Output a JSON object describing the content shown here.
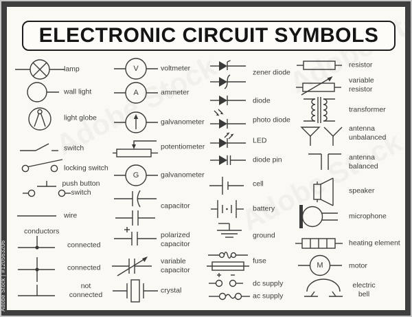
{
  "title": "ELECTRONIC CIRCUIT SYMBOLS",
  "watermark": {
    "side": "Adobe Stock | #120563206",
    "diagonal": "Adobe Stock"
  },
  "colors": {
    "line": "#3a3a3a",
    "background": "#faf9f4",
    "frame": "#3e3e3e"
  },
  "meter_letters": {
    "voltmeter": "V",
    "ammeter": "A",
    "galvanometer": "G",
    "motor": "M"
  },
  "polarity": {
    "plus": "+",
    "minus": "-"
  },
  "columns": [
    {
      "items": [
        {
          "label": "lamp"
        },
        {
          "label": "wall light"
        },
        {
          "label": "light globe"
        },
        {
          "label": "switch"
        },
        {
          "label": "locking switch"
        },
        {
          "label": "push button\nswitch"
        },
        {
          "label": "wire"
        },
        {
          "label": "conductors"
        },
        {
          "label": "connected"
        },
        {
          "label": "connected"
        },
        {
          "label": "not\nconnected"
        }
      ]
    },
    {
      "items": [
        {
          "label": "voltmeter"
        },
        {
          "label": "ammeter"
        },
        {
          "label": "galvanometer"
        },
        {
          "label": "potentiometer"
        },
        {
          "label": "galvanometer"
        },
        {
          "label": "capacitor"
        },
        {
          "label": "polarized\ncapacitor"
        },
        {
          "label": "variable\ncapacitor"
        },
        {
          "label": "crystal"
        }
      ]
    },
    {
      "items": [
        {
          "label": "zener diode"
        },
        {
          "label": "diode"
        },
        {
          "label": "photo diode"
        },
        {
          "label": "LED"
        },
        {
          "label": "diode pin"
        },
        {
          "label": "cell"
        },
        {
          "label": "battery"
        },
        {
          "label": "ground"
        },
        {
          "label": "fuse"
        },
        {
          "label": "dc supply"
        },
        {
          "label": "ac supply"
        }
      ]
    },
    {
      "items": [
        {
          "label": "resistor"
        },
        {
          "label": "variable\nresistor"
        },
        {
          "label": "transformer"
        },
        {
          "label": "antenna\nunbalanced"
        },
        {
          "label": "antenna\nbalanced"
        },
        {
          "label": "speaker"
        },
        {
          "label": "microphone"
        },
        {
          "label": "heating element"
        },
        {
          "label": "motor"
        },
        {
          "label": "electric\nbell"
        }
      ]
    }
  ]
}
